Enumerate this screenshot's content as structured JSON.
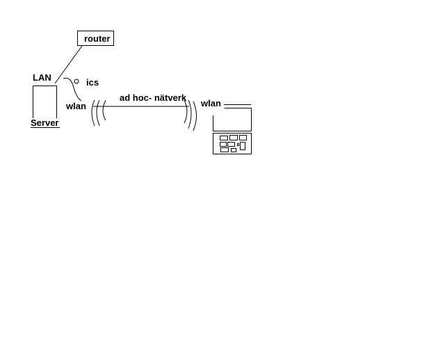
{
  "labels": {
    "router": "router",
    "lan": "LAN",
    "ics": "ics",
    "server": "Server",
    "wlan_left": "wlan",
    "adhoc": "ad hoc- nätverk",
    "wlan_right": "wlan"
  },
  "icons": {
    "router": "router-box",
    "server": "server-tower",
    "laptop": "laptop-computer",
    "wireless": "wireless-wave-arcs",
    "ics": "ics-connector-loop"
  },
  "colors": {
    "line": "#000000",
    "background": "#ffffff"
  }
}
